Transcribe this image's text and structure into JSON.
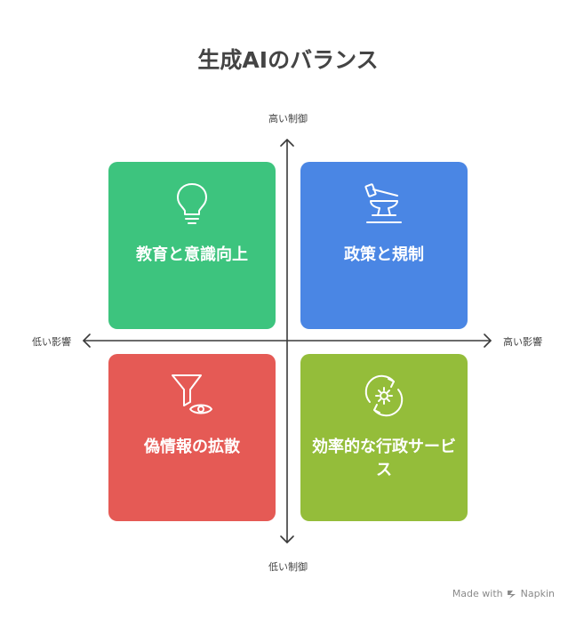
{
  "title": "生成AIのバランス",
  "axes": {
    "top": "高い制御",
    "bottom": "低い制御",
    "left": "低い影響",
    "right": "高い影響"
  },
  "quadrants": [
    {
      "label": "教育と意識向上",
      "color": "#3dc47e",
      "icon": "lightbulb-icon"
    },
    {
      "label": "政策と規制",
      "color": "#4a86e4",
      "icon": "gavel-anvil-icon"
    },
    {
      "label": "偽情報の拡散",
      "color": "#e55a55",
      "icon": "funnel-eye-icon"
    },
    {
      "label": "効率的な行政サービス",
      "color": "#94bd3a",
      "icon": "gear-cycle-icon"
    }
  ],
  "footer": {
    "made_with": "Made with",
    "brand": "Napkin",
    "icon": "napkin-logo-icon"
  }
}
